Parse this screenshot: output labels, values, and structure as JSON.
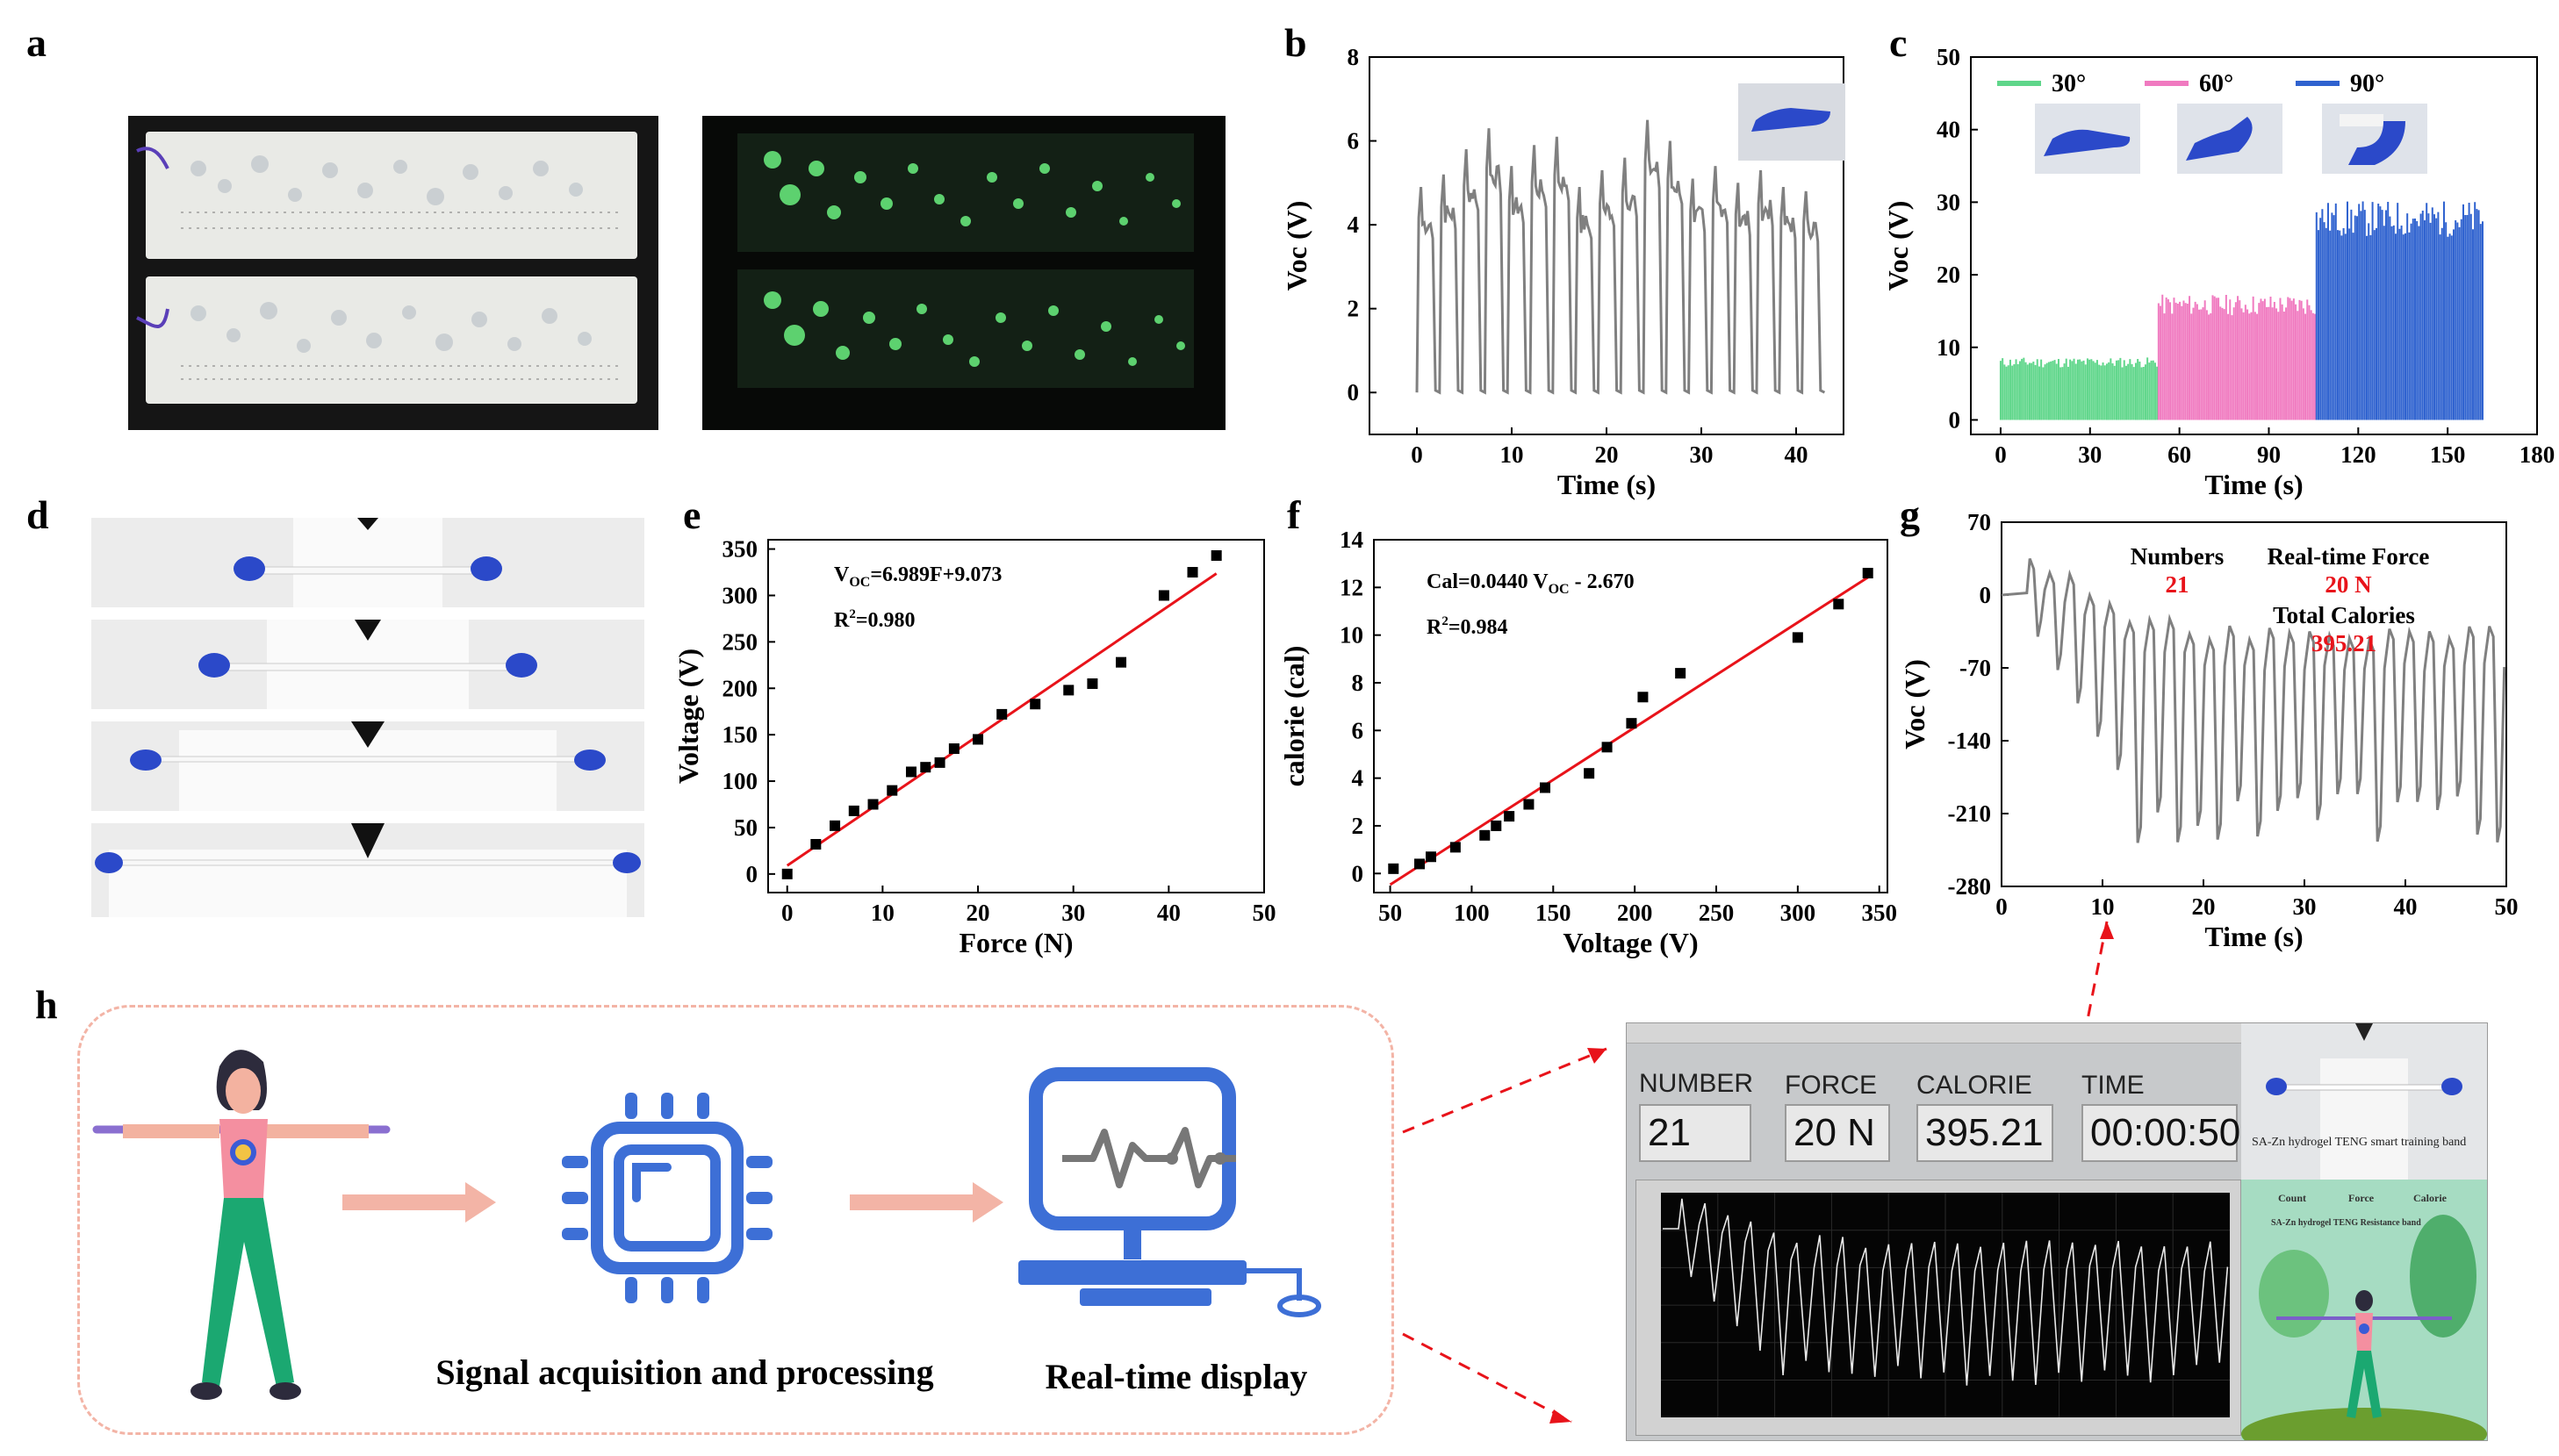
{
  "panel_labels": [
    "a",
    "b",
    "c",
    "d",
    "e",
    "f",
    "g",
    "h"
  ],
  "colors": {
    "gray_trace": "#808080",
    "red_fit": "#e8131a",
    "green": "#5fd68a",
    "pink": "#f07ac0",
    "blue": "#2f62cf",
    "red_text": "#e8131a",
    "icon_blue": "#3d6fd6",
    "arrow_pink": "#f3b4a6"
  },
  "chart_data": [
    {
      "id": "b",
      "type": "line",
      "xlabel": "Time (s)",
      "ylabel": "Voc (V)",
      "xlim": [
        -5,
        45
      ],
      "ylim": [
        -1,
        8
      ],
      "xticks": [
        "0",
        "10",
        "20",
        "30",
        "40"
      ],
      "yticks": [
        "0",
        "2",
        "4",
        "6",
        "8"
      ],
      "series": [
        {
          "name": "",
          "color": "#808080",
          "pulse_count": 18,
          "x_start": 0,
          "x_end": 43,
          "peaks": [
            4.9,
            5.2,
            5.8,
            6.3,
            5.4,
            5.9,
            6.1,
            4.9,
            5.3,
            5.6,
            6.5,
            6.0,
            5.1,
            5.4,
            5.0,
            5.3,
            4.9,
            4.8
          ],
          "baseline": 0
        }
      ]
    },
    {
      "id": "c",
      "type": "area",
      "xlabel": "Time (s)",
      "ylabel": "Voc (V)",
      "xlim": [
        -10,
        180
      ],
      "ylim": [
        -2,
        50
      ],
      "xticks": [
        "0",
        "30",
        "60",
        "90",
        "120",
        "150",
        "180"
      ],
      "yticks": [
        "0",
        "10",
        "20",
        "30",
        "40",
        "50"
      ],
      "legend_position": "top",
      "series": [
        {
          "name": "30°",
          "color": "#5fd68a",
          "x_start": 0,
          "x_end": 53,
          "value": 8
        },
        {
          "name": "60°",
          "color": "#f07ac0",
          "x_start": 53,
          "x_end": 106,
          "value": 16
        },
        {
          "name": "90°",
          "color": "#2f62cf",
          "x_start": 106,
          "x_end": 162,
          "value": 28
        }
      ]
    },
    {
      "id": "e",
      "type": "scatter",
      "xlabel": "Force (N)",
      "ylabel": "Voltage (V)",
      "xlim": [
        -2,
        50
      ],
      "ylim": [
        -20,
        360
      ],
      "xticks": [
        "0",
        "10",
        "20",
        "30",
        "40",
        "50"
      ],
      "yticks": [
        "0",
        "50",
        "100",
        "150",
        "200",
        "250",
        "300",
        "350"
      ],
      "annotation_main": "V",
      "annotation_sub": "OC",
      "annotation_rest": "=6.989F+9.073",
      "r2_label": "R",
      "r2_sup": "2",
      "r2_value": "=0.980",
      "fit": {
        "slope": 6.989,
        "intercept": 9.073,
        "x_range": [
          0,
          45
        ],
        "color": "#e8131a"
      },
      "x": [
        0,
        3,
        5,
        7,
        9,
        11,
        13,
        14.5,
        16,
        17.5,
        20,
        22.5,
        26,
        29.5,
        32,
        35,
        39.5,
        42.5,
        45
      ],
      "y": [
        0,
        32,
        52,
        68,
        75,
        90,
        110,
        115,
        120,
        135,
        145,
        172,
        183,
        198,
        205,
        228,
        300,
        325,
        343
      ]
    },
    {
      "id": "f",
      "type": "scatter",
      "xlabel": "Voltage (V)",
      "ylabel": "calorie (cal)",
      "xlim": [
        40,
        355
      ],
      "ylim": [
        -0.8,
        14
      ],
      "xticks": [
        "50",
        "100",
        "150",
        "200",
        "250",
        "300",
        "350"
      ],
      "yticks": [
        "0",
        "2",
        "4",
        "6",
        "8",
        "10",
        "12",
        "14"
      ],
      "annotation_main": "Cal=0.0440 V",
      "annotation_sub": "OC",
      "annotation_rest": " - 2.670",
      "r2_label": "R",
      "r2_sup": "2",
      "r2_value": "=0.984",
      "fit": {
        "slope": 0.044,
        "intercept": -2.67,
        "x_range": [
          50,
          345
        ],
        "color": "#e8131a"
      },
      "x": [
        52,
        68,
        75,
        90,
        108,
        115,
        123,
        135,
        145,
        172,
        183,
        198,
        205,
        228,
        300,
        325,
        343
      ],
      "y": [
        0.2,
        0.4,
        0.7,
        1.1,
        1.6,
        2.0,
        2.4,
        2.9,
        3.6,
        4.2,
        5.3,
        6.3,
        7.4,
        8.4,
        9.9,
        11.3,
        12.6
      ]
    },
    {
      "id": "g",
      "type": "line",
      "xlabel": "Time (s)",
      "ylabel": "Voc (V)",
      "xlim": [
        0,
        50
      ],
      "ylim": [
        -280,
        70
      ],
      "xticks": [
        "0",
        "10",
        "20",
        "30",
        "40",
        "50"
      ],
      "yticks": [
        "70",
        "0",
        "-70",
        "-140",
        "-210",
        "-280"
      ],
      "series": [
        {
          "name": "",
          "color": "#808080"
        }
      ]
    }
  ],
  "g_overlay": {
    "numbers_label": "Numbers",
    "numbers_value": "21",
    "force_label": "Real-time Force",
    "force_value": "20 N",
    "calories_label": "Total Calories",
    "calories_value": "395.21"
  },
  "flow": {
    "step1": "Signal acquisition and processing",
    "step2": "Real-time display"
  },
  "labview": {
    "number_label": "NUMBER",
    "number_value": "21",
    "force_label": "FORCE",
    "force_value": "20 N",
    "calorie_label": "CALORIE",
    "calorie_value": "395.21",
    "time_label": "TIME",
    "time_value": "00:00:50",
    "photo_caption": "SA-Zn hydrogel TENG smart training band",
    "app_headers": [
      "Count",
      "Force",
      "Calorie"
    ],
    "app_title": "SA-Zn hydrogel TENG Resistance band"
  }
}
